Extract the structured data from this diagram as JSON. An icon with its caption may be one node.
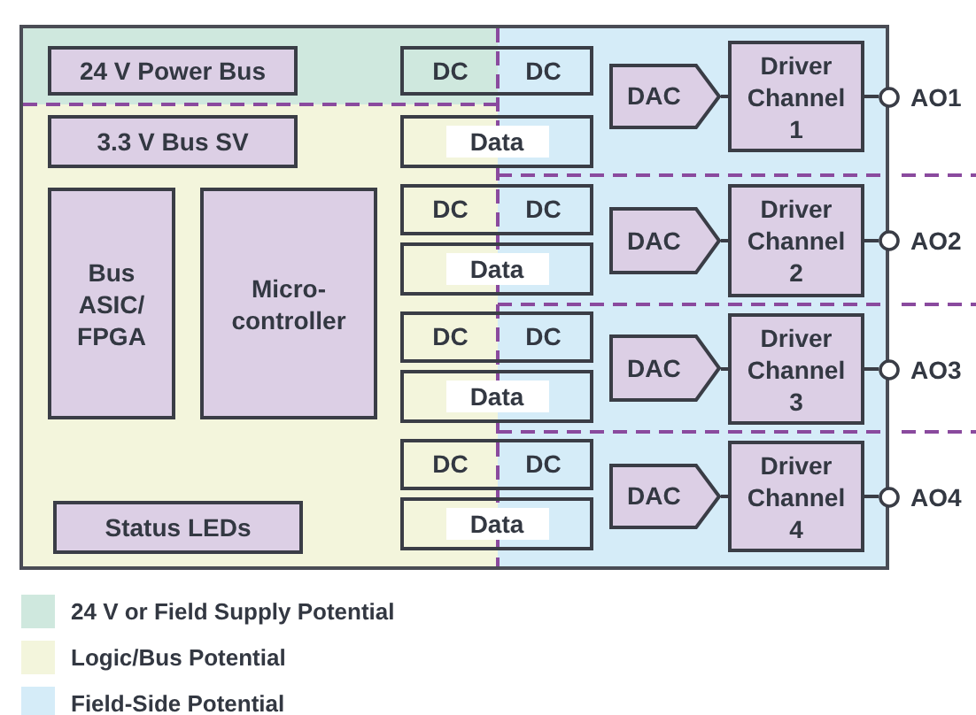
{
  "diagram": {
    "nodes": [
      {
        "text": [],
        "shape": "box"
      },
      {
        "text": [
          "24 V Power Bus"
        ],
        "in": 0
      },
      {
        "text": [
          "3.3 V Bus SV"
        ],
        "in": 0
      },
      {
        "text": [
          "Bus ASIC/ FPGA"
        ],
        "in": 0
      },
      {
        "text": [
          "Micro-controller"
        ],
        "in": 0
      },
      {
        "text": [
          "Status LEDs"
        ],
        "in": 0
      },
      {
        "text": [
          "DC",
          "DC"
        ],
        "in": 0
      },
      {
        "text": [
          "Data"
        ],
        "in": 0
      },
      {
        "text": [
          "DC",
          "DC"
        ],
        "in": 0
      },
      {
        "text": [
          "Data"
        ],
        "in": 0
      },
      {
        "text": [
          "DC",
          "DC"
        ],
        "in": 0
      },
      {
        "text": [
          "Data"
        ],
        "in": 0
      },
      {
        "text": [
          "DC",
          "DC"
        ],
        "in": 0
      },
      {
        "text": [
          "Data"
        ],
        "in": 0
      },
      {
        "text": [
          "DAC"
        ],
        "in": 0
      },
      {
        "text": [
          "Driver Channel 1"
        ],
        "in": 0
      },
      {
        "text": [],
        "shape": "circle",
        "beside": [
          "AO1"
        ]
      },
      {
        "text": [
          "DAC"
        ],
        "in": 0
      },
      {
        "text": [
          "Driver Channel 2"
        ],
        "in": 0
      },
      {
        "text": [],
        "shape": "circle",
        "beside": [
          "AO2"
        ]
      },
      {
        "text": [
          "DAC"
        ],
        "in": 0
      },
      {
        "text": [
          "Driver Channel 3"
        ],
        "in": 0
      },
      {
        "text": [],
        "shape": "circle",
        "beside": [
          "AO3"
        ]
      },
      {
        "text": [
          "DAC"
        ],
        "in": 0
      },
      {
        "text": [
          "Driver Channel 4"
        ],
        "in": 0
      },
      {
        "text": [],
        "shape": "circle",
        "beside": [
          "AO4"
        ]
      }
    ],
    "edges": [
      {
        "from": 14,
        "to": 15,
        "arrow": "none"
      },
      {
        "from": 15,
        "to": 16,
        "arrow": "none"
      },
      {
        "from": 17,
        "to": 18,
        "arrow": "none"
      },
      {
        "from": 18,
        "to": 19,
        "arrow": "none"
      },
      {
        "from": 20,
        "to": 21,
        "arrow": "none"
      },
      {
        "from": 21,
        "to": 22,
        "arrow": "none"
      },
      {
        "from": 23,
        "to": 24,
        "arrow": "none"
      },
      {
        "from": 24,
        "to": 25,
        "arrow": "none"
      }
    ],
    "legend": [
      {
        "text": "24 V or Field Supply Potential",
        "color": "#cfe8de"
      },
      {
        "text": "Logic/Bus Potential",
        "color": "#f3f5dc"
      },
      {
        "text": "Field-Side Potential",
        "color": "#d5ecf8"
      }
    ]
  }
}
